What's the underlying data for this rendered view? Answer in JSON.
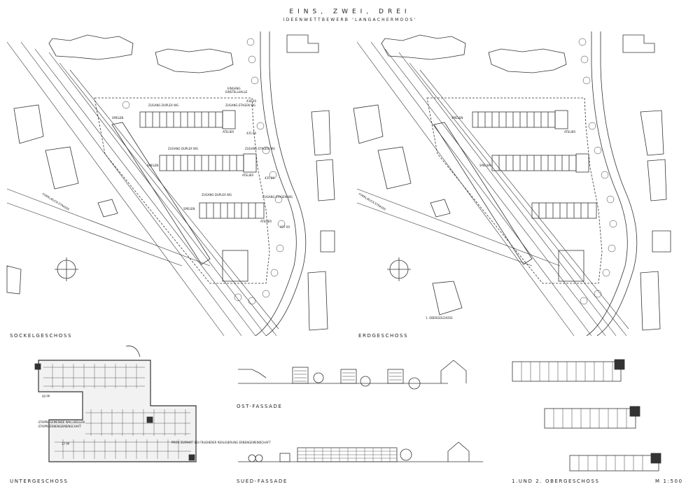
{
  "sheet": {
    "title": "EINS, ZWEI, DREI",
    "subtitle": "IDEENWETTBEWERB 'LANGACHERMOOS'",
    "scale": "M 1:500"
  },
  "plans": {
    "sockel": {
      "label": "SOCKELGESCHOSS"
    },
    "erd": {
      "label": "ERDGESCHOSS"
    },
    "unter": {
      "label": "UNTERGESCHOSS"
    },
    "ober": {
      "label": "1.UND 2. OBERGESCHOSS"
    }
  },
  "facades": {
    "ost": {
      "label": "OST-FASSADE"
    },
    "sued": {
      "label": "SUED-FASSADE"
    }
  },
  "annotations": {
    "street_left": "FORRLIBUCK-STRASSE",
    "street_right": "FORRLIBUCK-STRASSE",
    "eingang": "EINGANG",
    "einstellhalle": "EINSTELLHALLE",
    "zugang_duplex_a": "ZUGANG DUPLEX WG",
    "zugang_duplex_b": "ZUGANG DUPLEX WG",
    "zugang_duplex_c": "ZUGANG DUPLEX WG",
    "zugang_etagen_a": "ZUGANG ETAGEN WG",
    "zugang_etagen_b": "ZUGANG ETAGEN WG",
    "zugang_etagen_c": "ZUGANG ETAGEN WG",
    "spielen_a": "SPIELEN",
    "spielen_b": "SPIELEN",
    "spielen_c": "SPIELEN",
    "spielen_d": "SPIELEN",
    "spielen_e": "SPIELEN",
    "atelier_a": "ATELIER",
    "atelier_b": "ATELIER",
    "atelier_c": "ATELIER",
    "atelier_d": "ATELIER",
    "ober_label_small": "1. OBERGESCHOSS",
    "pp_a": "40 PP",
    "pp_b": "37 PP",
    "etappe_1": "ETAPPE GEMEINDE WALLISELLEN",
    "etappe_2": "ETAPPE ERBENGEMEINSCHAFT",
    "zufahrt": "PROV. ZUFAHRT BEI FRUEHERER REALISIERUNG ERBENGEMEINSCHAFT",
    "kote_1": "438.00",
    "kote_2": "435.00",
    "kote_3": "435.00",
    "kote_4": "437.00"
  }
}
